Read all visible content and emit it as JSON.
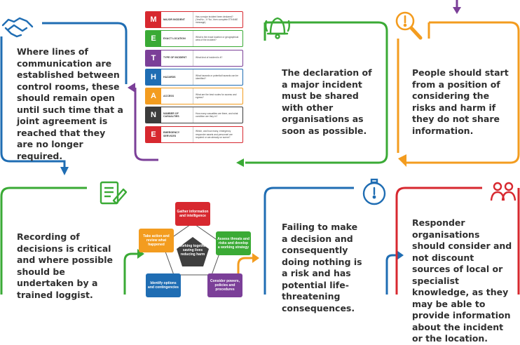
{
  "panels": {
    "top_left": "Where lines of communication are established between control rooms, these should remain open until such time that a joint agreement is reached that they are no longer required.",
    "top_mid": "The declaration of a major incident must be shared with other organisations as soon as possible.",
    "top_right": "People should start from a position of considering the risks and harm if they do not share information.",
    "bottom_left": "Recording of decisions is critical and where possible should be undertaken by a trained loggist.",
    "bottom_mid": "Failing to make a decision and consequently doing nothing is a risk and has potential life-threatening consequences.",
    "bottom_right": "Responder organisations should consider and not discount sources of local or specialist knowledge, as they may be able to provide information about the incident or the location."
  },
  "methane": [
    {
      "letter": "M",
      "label": "Major incident",
      "desc": "Has a major incident been declared? (Yes/No – If 'No', then complete ETHANE message)",
      "color": "#d7282f"
    },
    {
      "letter": "E",
      "label": "Exact location",
      "desc": "What is the exact location or geographical area of the incident?",
      "color": "#3aaa35"
    },
    {
      "letter": "T",
      "label": "Type of incident",
      "desc": "What kind of incident is it?",
      "color": "#7b3f98"
    },
    {
      "letter": "H",
      "label": "Hazards",
      "desc": "What hazards or potential hazards can be identified?",
      "color": "#1f6db3"
    },
    {
      "letter": "A",
      "label": "Access",
      "desc": "What are the best routes for access and egress?",
      "color": "#f39c1f"
    },
    {
      "letter": "N",
      "label": "Number of casualties",
      "desc": "How many casualties are there, and what condition are they in?",
      "color": "#3c3c3c"
    },
    {
      "letter": "E",
      "label": "Emergency services",
      "desc": "Which, and how many, emergency responder assets and personnel are required or are already on scene?",
      "color": "#d7282f"
    }
  ],
  "jdm": {
    "center": "Working together saving lives reducing harm",
    "nodes": [
      {
        "text": "Gather information and intelligence",
        "color": "#d7282f"
      },
      {
        "text": "Assess threats and risks and develop a working strategy",
        "color": "#3aaa35"
      },
      {
        "text": "Consider powers, policies and procedures",
        "color": "#7b3f98"
      },
      {
        "text": "Identify options and contingencies",
        "color": "#1f6db3"
      },
      {
        "text": "Take action and review what happened",
        "color": "#f39c1f"
      }
    ]
  },
  "colors": {
    "blue": "#1f6db3",
    "green": "#3aaa35",
    "purple": "#7b3f98",
    "orange": "#f39c1f",
    "red": "#d7282f"
  },
  "icons": [
    "handshake-icon",
    "bell-icon",
    "magnifier-icon",
    "notepad-icon",
    "stopwatch-icon",
    "people-icon"
  ]
}
